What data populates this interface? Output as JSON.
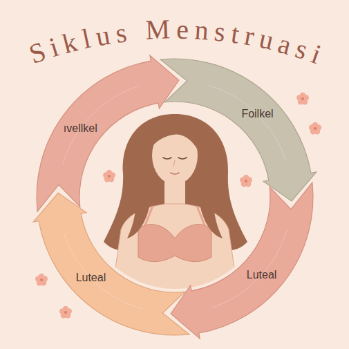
{
  "diagram": {
    "title": "Siklus Menstruasi",
    "nodes": [
      {
        "text": [
          "ıvellkel"
        ]
      },
      {
        "text": [
          "Foilkel"
        ]
      },
      {
        "text": [
          "Luteal"
        ]
      },
      {
        "text": [
          "Luteal"
        ]
      }
    ]
  }
}
